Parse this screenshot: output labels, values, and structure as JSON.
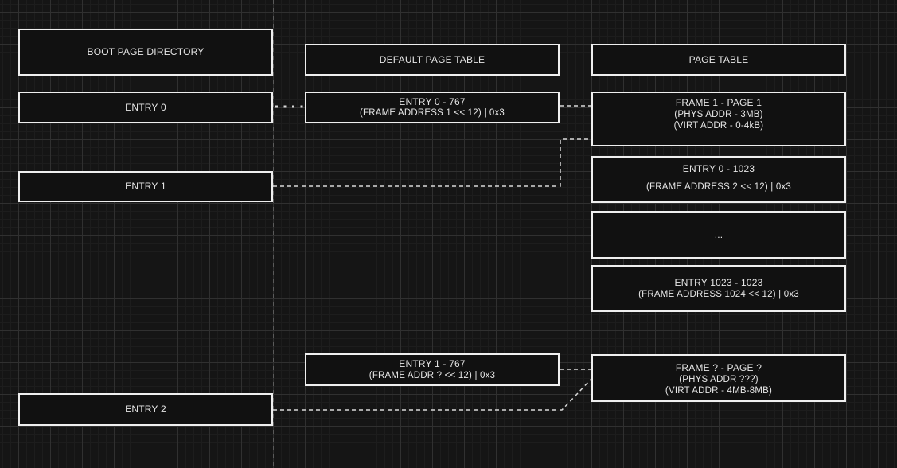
{
  "diagram_title": "Boot paging structures diagram",
  "colors": {
    "background": "#151515",
    "grid_major": "#303030",
    "grid_minor": "#1d1d1d",
    "box_fill": "#111111",
    "box_border": "#efefef",
    "text": "#e6e6e6",
    "connector": "#d9d9d9",
    "guide_line": "#5a5a5a"
  },
  "boot_page_directory": {
    "title": "BOOT PAGE DIRECTORY",
    "entry0": "ENTRY 0",
    "entry1": "ENTRY 1",
    "entry2": "ENTRY 2"
  },
  "default_page_table": {
    "title": "DEFAULT PAGE TABLE",
    "entry0_line1": "ENTRY 0 - 767",
    "entry0_line2": "(FRAME ADDRESS 1 << 12) | 0x3",
    "entry1_line1": "ENTRY 1 - 767",
    "entry1_line2": "(FRAME ADDR ? << 12)  | 0x3"
  },
  "page_table": {
    "title": "PAGE TABLE",
    "frame1_line1": "FRAME 1 - PAGE 1",
    "frame1_line2": "(PHYS ADDR - 3MB)",
    "frame1_line3": "(VIRT ADDR - 0-4kB)",
    "entry0_line1": "ENTRY 0 - 1023",
    "entry0_line2": "(FRAME ADDRESS 2 << 12) | 0x3",
    "ellipsis": "...",
    "entry1023_line1": "ENTRY 1023 - 1023",
    "entry1023_line2": "(FRAME ADDRESS 1024 << 12) | 0x3",
    "frameq_line1": "FRAME ? - PAGE ?",
    "frameq_line2": "(PHYS ADDR ???)",
    "frameq_line3": "(VIRT ADDR - 4MB-8MB)"
  }
}
